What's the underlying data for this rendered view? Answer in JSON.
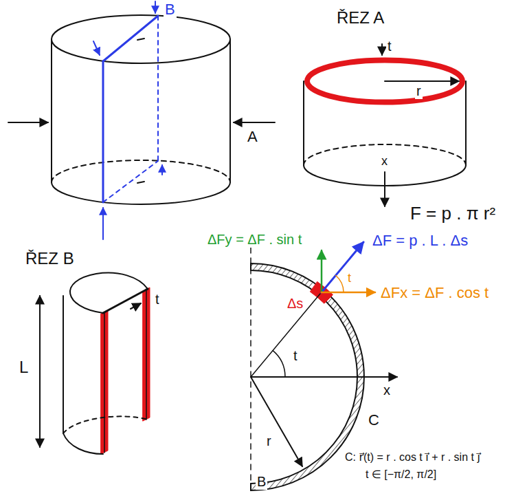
{
  "diagram": {
    "labels": [
      "B",
      "ŘEZ A",
      "t",
      "r",
      "A",
      "x",
      "F = p . π r²",
      "ŘEZ B",
      "ΔFy = ΔF . sin t",
      "ΔF = p . L . Δs",
      "t",
      "ΔFx = ΔF . cos t",
      "Δs",
      "t",
      "L",
      "t",
      "x",
      "C",
      "r",
      "B",
      "C: r⃗(t) = r . cos t i⃗ + r . sin t j⃗",
      "t ∈ [−π/2, π/2]"
    ]
  }
}
